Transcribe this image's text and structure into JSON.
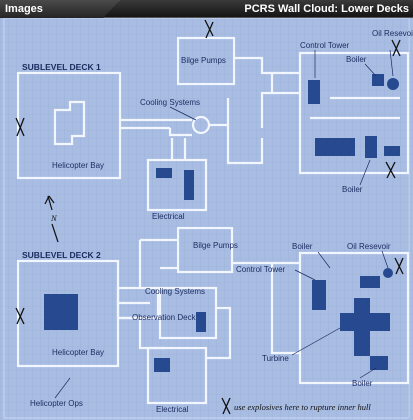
{
  "header": {
    "tab_label": "Images",
    "map_title": "PCRS Wall Cloud: Lower Decks"
  },
  "sublevel1": {
    "title": "SUBLEVEL DECK 1",
    "helicopter_bay": "Helicopter Bay",
    "cooling_systems": "Cooling Systems",
    "electrical": "Electrical",
    "bilge_pumps": "Bilge Pumps",
    "control_tower": "Control Tower",
    "boiler_top": "Boiler",
    "oil_reservoir": "Oil Resevoir",
    "boiler_bottom": "Boiler"
  },
  "sublevel2": {
    "title": "SUBLEVEL DECK 2",
    "helicopter_bay": "Helicopter Bay",
    "helicopter_ops": "Helicopter Ops",
    "observation_deck": "Observation Deck",
    "cooling_systems": "Cooling Systems",
    "bilge_pumps": "Bilge Pumps",
    "electrical": "Electrical",
    "control_tower": "Control Tower",
    "boiler_top": "Boiler",
    "oil_reservoir": "Oil Resevoir",
    "turbine": "Turbine",
    "boiler_bottom": "Boiler"
  },
  "north_label": "N",
  "annotation": "use explosives here to rupture inner hull",
  "colors": {
    "paper": "#a9bde3",
    "grid": "#93aad6",
    "wall": "#f2f6ff",
    "ink": "#1b2a5e",
    "fill": "#27498f"
  }
}
